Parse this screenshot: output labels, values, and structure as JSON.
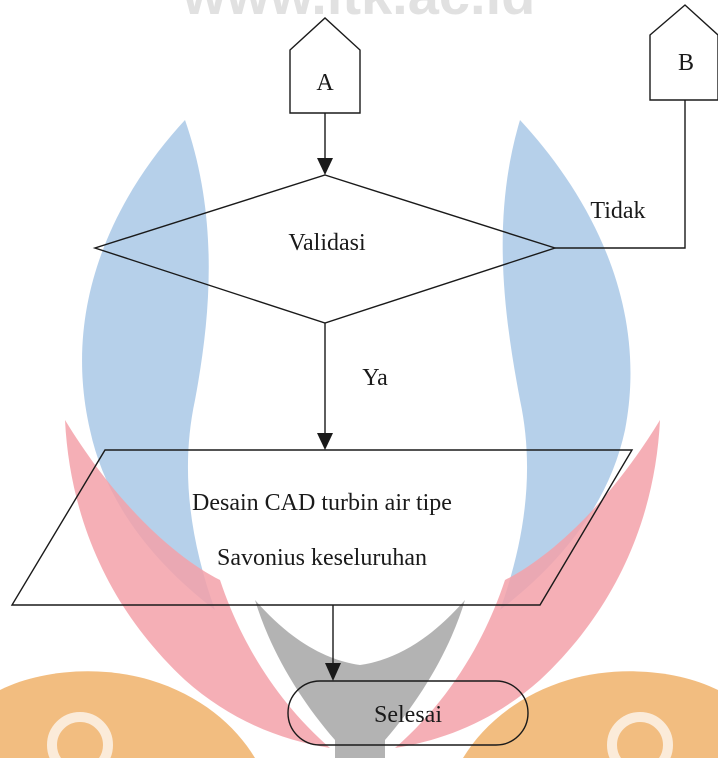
{
  "watermark": {
    "text": "www.itk.ac.id",
    "colors": {
      "blue": "#a9c8e6",
      "red": "#f3a1a9",
      "gray": "#9a9a9a",
      "orange": "#f0b26a",
      "text": "#c9c9c9"
    }
  },
  "flowchart": {
    "connector_a": "A",
    "connector_b": "B",
    "decision": "Validasi",
    "edge_no": "Tidak",
    "edge_yes": "Ya",
    "output_line1": "Desain CAD turbin air tipe",
    "output_line2": "Savonius keseluruhan",
    "terminal": "Selesai"
  },
  "colors": {
    "stroke": "#1a1a1a",
    "background": "#ffffff"
  }
}
